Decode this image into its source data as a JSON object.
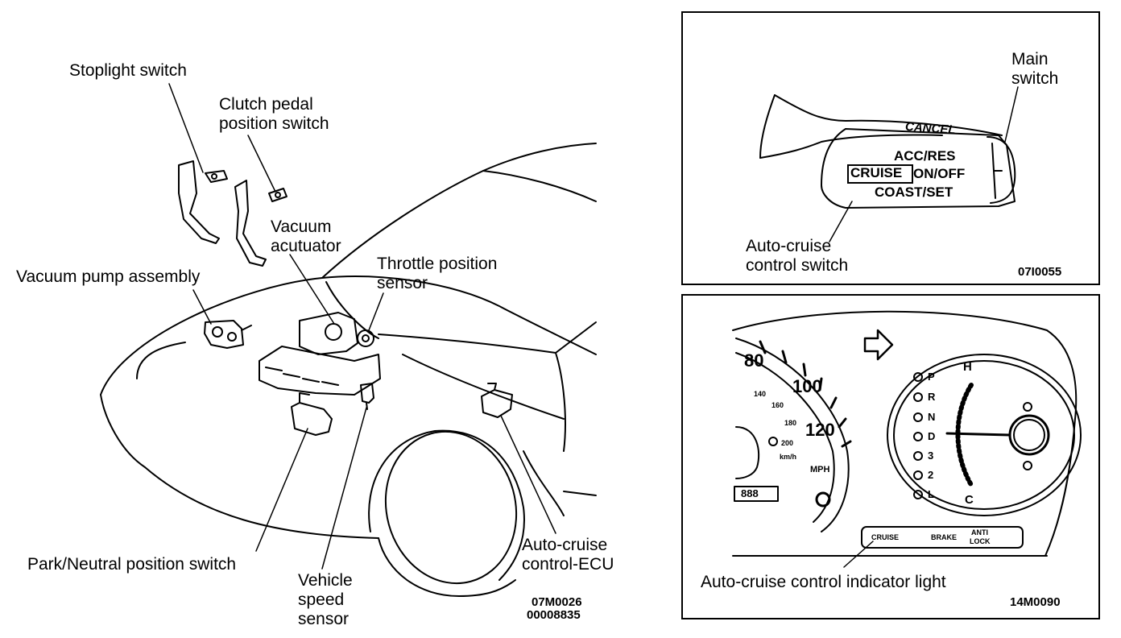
{
  "engine_view": {
    "labels": {
      "stoplight_switch": "Stoplight switch",
      "clutch_pedal_line1": "Clutch pedal",
      "clutch_pedal_line2": "position switch",
      "vacuum_actuator_line1": "Vacuum",
      "vacuum_actuator_line2": "acutuator",
      "throttle_line1": "Throttle position",
      "throttle_line2": "sensor",
      "vacuum_pump": "Vacuum pump assembly",
      "park_neutral": "Park/Neutral position switch",
      "vss_line1": "Vehicle",
      "vss_line2": "speed",
      "vss_line3": "sensor",
      "ecu_line1": "Auto-cruise",
      "ecu_line2": "control-ECU"
    },
    "codes": {
      "line1": "07M0026",
      "line2": "00008835"
    }
  },
  "switch_panel": {
    "main_switch_line1": "Main",
    "main_switch_line2": "switch",
    "cancel": "CANCEL",
    "acc_res": "ACC/RES",
    "cruise": "CRUISE",
    "on_off": "ON/OFF",
    "coast_set": "COAST/SET",
    "callout_line1": "Auto-cruise",
    "callout_line2": "control switch",
    "code": "07I0055"
  },
  "indicator_panel": {
    "speedo": {
      "mph_80": "80",
      "mph_100": "100",
      "mph_120": "120",
      "kmh_140": "140",
      "kmh_160": "160",
      "kmh_180": "180",
      "kmh_200": "200",
      "kmh_unit": "km/h",
      "mph_unit": "MPH",
      "odometer": "888"
    },
    "gears": [
      "P",
      "R",
      "N",
      "D",
      "3",
      "2",
      "L"
    ],
    "temp_hot": "H",
    "temp_cold": "C",
    "warn_cruise": "CRUISE",
    "warn_brake": "BRAKE",
    "warn_antilock_line1": "ANTI",
    "warn_antilock_line2": "LOCK",
    "callout": "Auto-cruise control indicator light",
    "code": "14M0090"
  }
}
